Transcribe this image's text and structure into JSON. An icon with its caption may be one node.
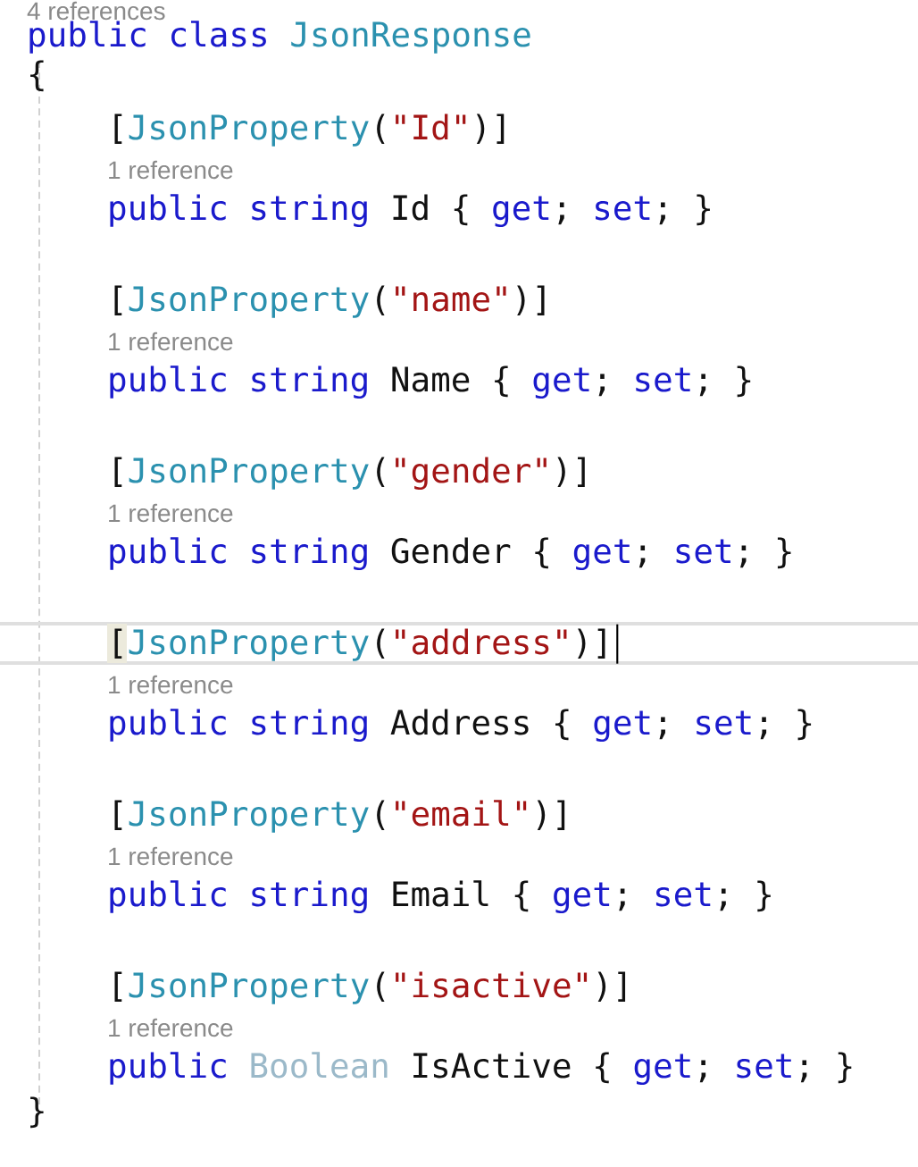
{
  "diagram": {
    "labels": [
      "4 references",
      "public class",
      "JsonResponse",
      "{",
      "[",
      "JsonProperty",
      "(",
      "\"Id\"",
      ")]",
      "1 reference",
      "public string",
      "Id {",
      "get",
      ";",
      "set",
      "; }",
      "[",
      "JsonProperty",
      "(",
      "\"name\"",
      ")]",
      "1 reference",
      "public string",
      "Name {",
      "get",
      ";",
      "set",
      "; }",
      "[",
      "JsonProperty",
      "(",
      "\"gender\"",
      ")]",
      "1 reference",
      "public string",
      "Gender {",
      "get",
      ";",
      "set",
      "; }",
      "[",
      "JsonProperty",
      "(",
      "\"address\"",
      ")]",
      "1 reference",
      "public string",
      "Address {",
      "get",
      ";",
      "set",
      "; }",
      "[",
      "JsonProperty",
      "(",
      "\"email\"",
      ")]",
      "1 reference",
      "public string",
      "Email {",
      "get",
      ";",
      "set",
      "; }",
      "[",
      "JsonProperty",
      "(",
      "\"isactive\"",
      ")]",
      "1 reference",
      "public",
      "Boolean",
      "IsActive {",
      "get",
      ";",
      "set",
      "; }",
      "}"
    ]
  }
}
